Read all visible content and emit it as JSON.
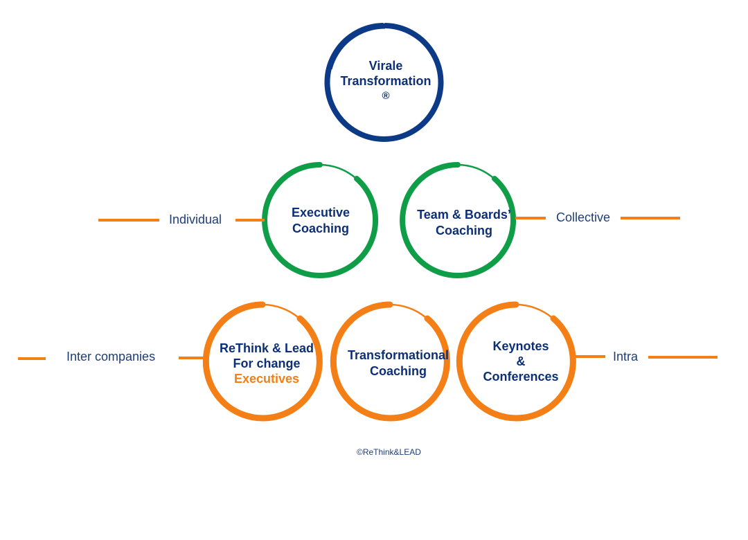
{
  "colors": {
    "blue": "#0d3a86",
    "green": "#0f9d47",
    "orange": "#f47f16",
    "text_blue": "#0d2f75"
  },
  "top": {
    "line1": "Virale",
    "line2": "Transformation",
    "line3": "®"
  },
  "row2": {
    "exec": {
      "line1": "Executive",
      "line2": "Coaching"
    },
    "team": {
      "line1": "Team & Boards’",
      "line2": "Coaching"
    },
    "left_label": "Individual",
    "right_label": "Collective"
  },
  "row3": {
    "rethink": {
      "line1": "ReThink & Lead",
      "line2": "For change",
      "line3": "Executives"
    },
    "transform": {
      "line1": "Transformational",
      "line2": "Coaching"
    },
    "keynotes": {
      "line1": "Keynotes",
      "line2": "&",
      "line3": "Conferences"
    },
    "left_label": "Inter companies",
    "right_label": "Intra"
  },
  "footer": {
    "copyright": "©ReThink&LEAD"
  }
}
